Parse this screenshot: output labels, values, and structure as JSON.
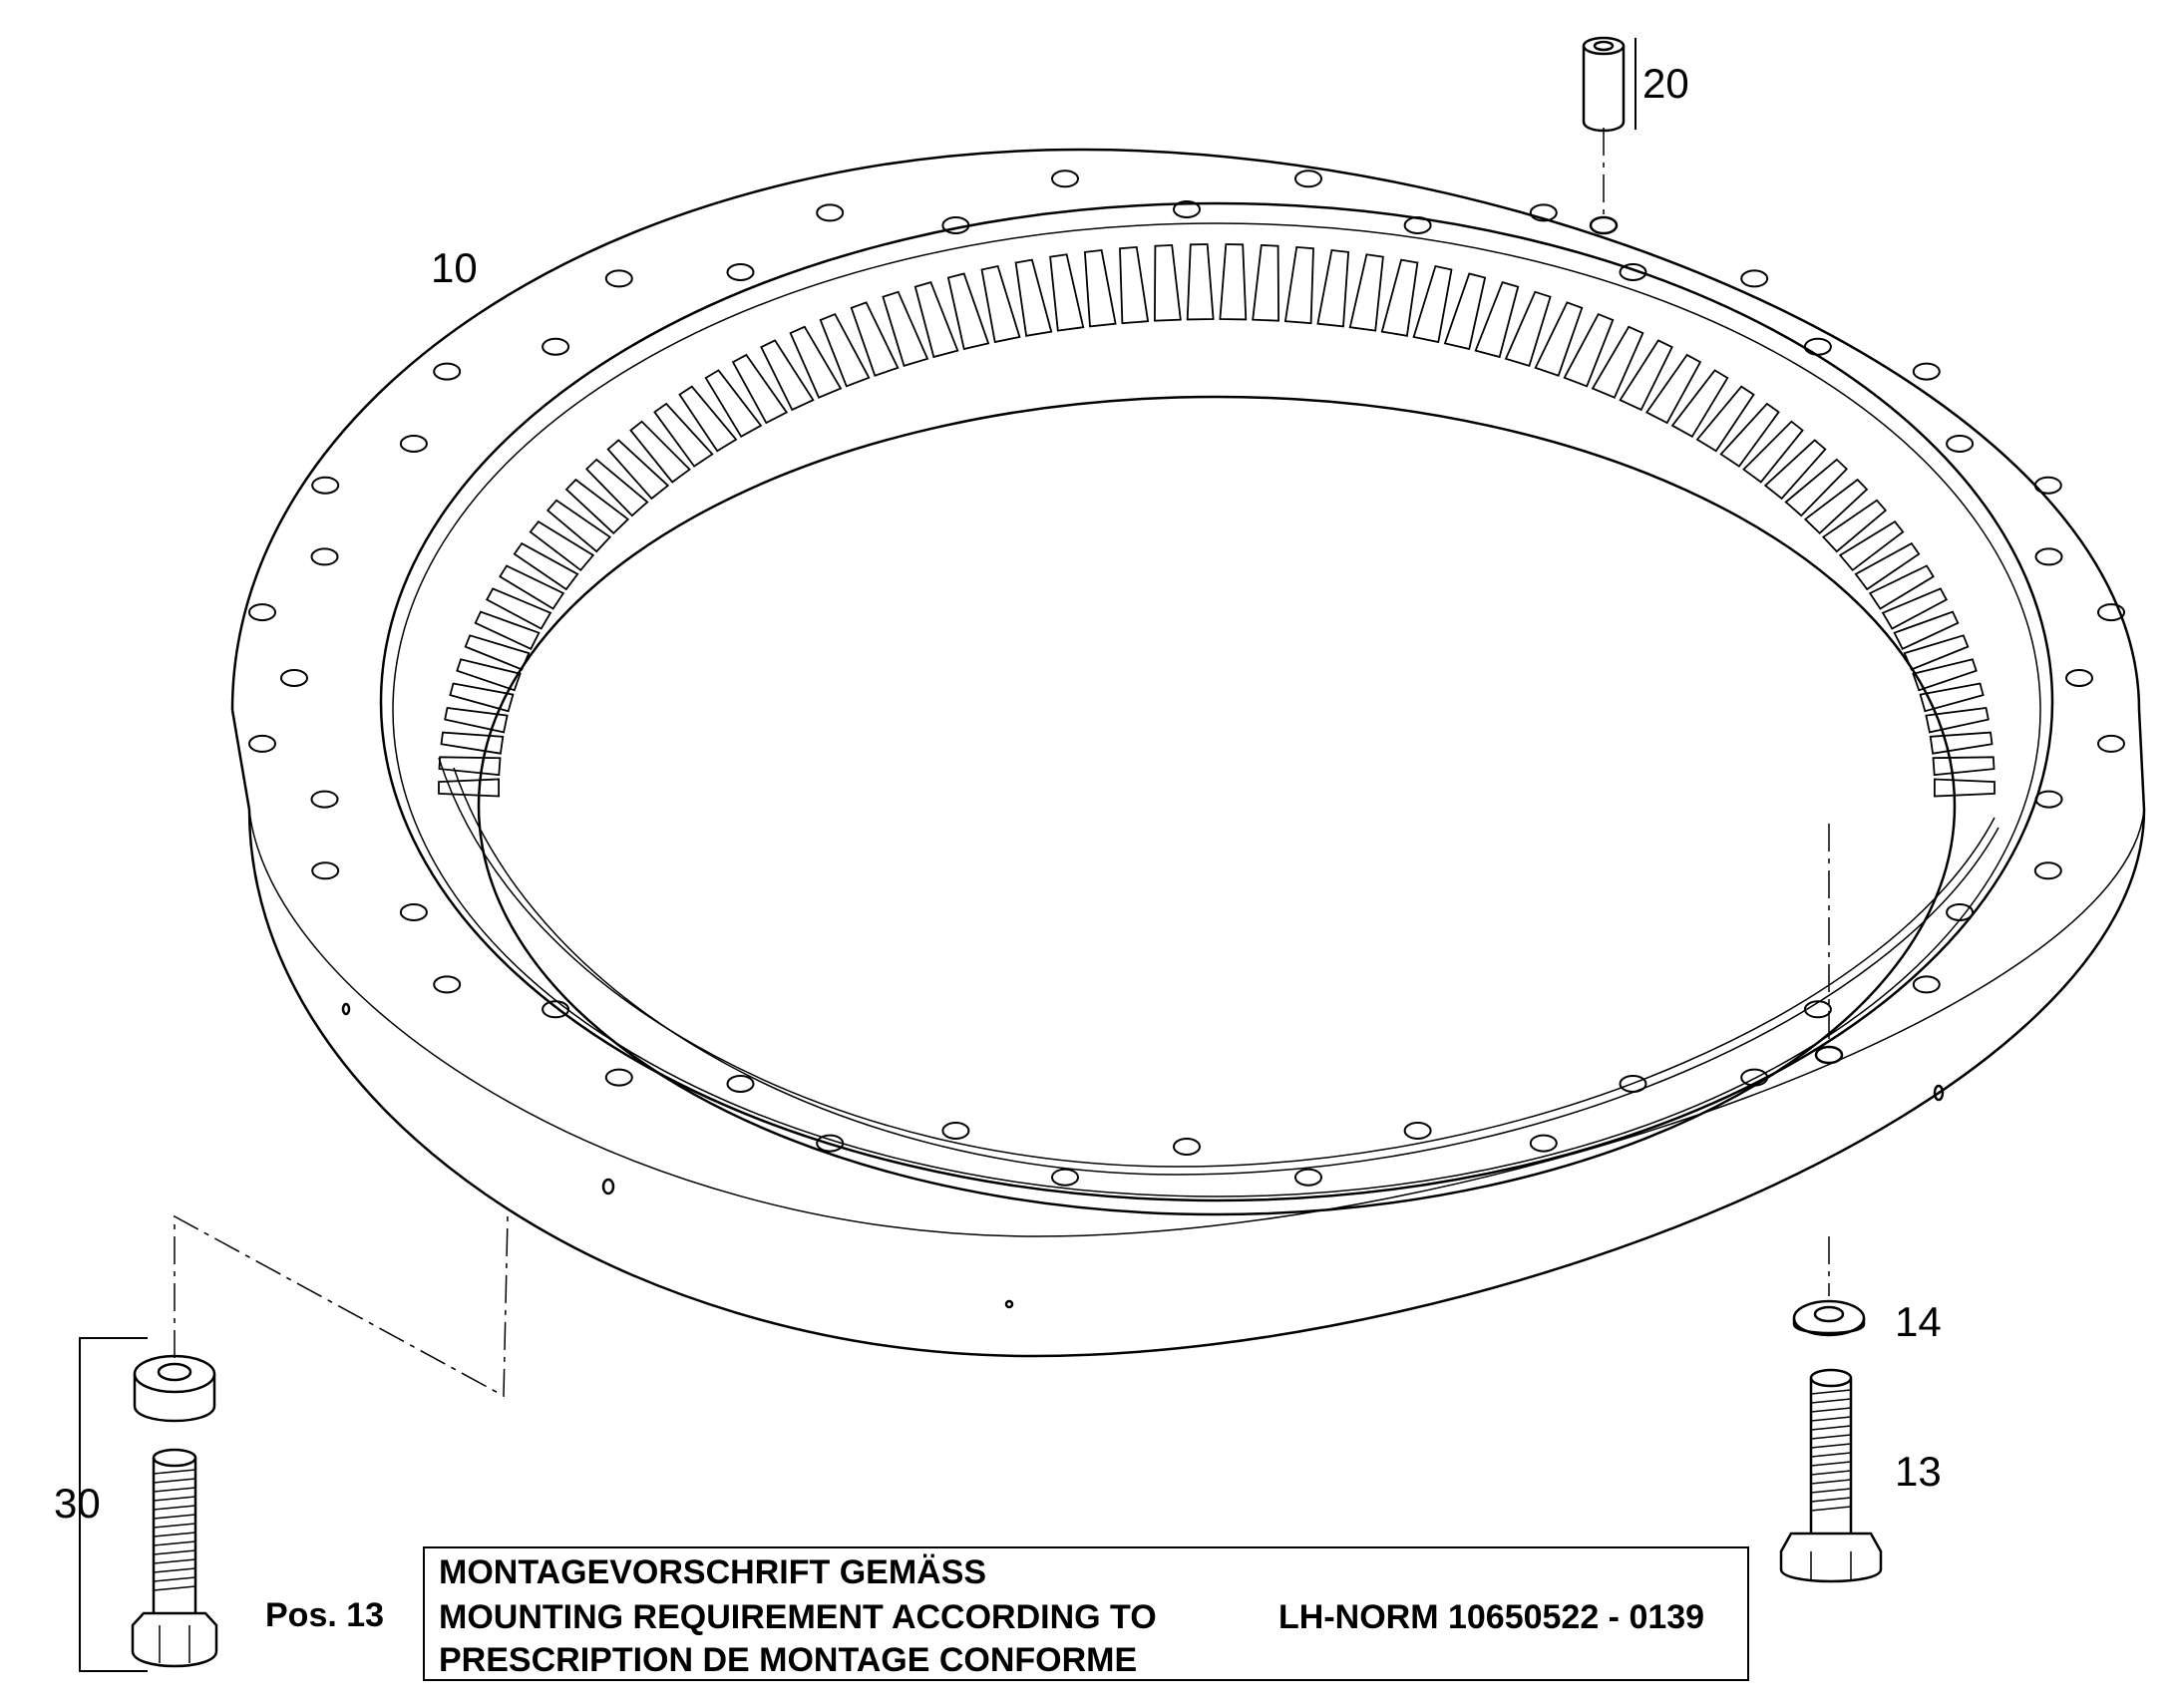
{
  "callouts": {
    "ring": "10",
    "pin": "20",
    "washer": "14",
    "bolt": "13",
    "bolt_assembly": "30"
  },
  "note": {
    "pos_label": "Pos. 13",
    "line1": "MONTAGEVORSCHRIFT GEMÄSS",
    "line2": "MOUNTING REQUIREMENT ACCORDING TO",
    "line3": "PRESCRIPTION DE MONTAGE CONFORME",
    "norm": "LH-NORM 10650522 - 0139"
  },
  "colors": {
    "line": "#000000",
    "background": "#ffffff"
  }
}
